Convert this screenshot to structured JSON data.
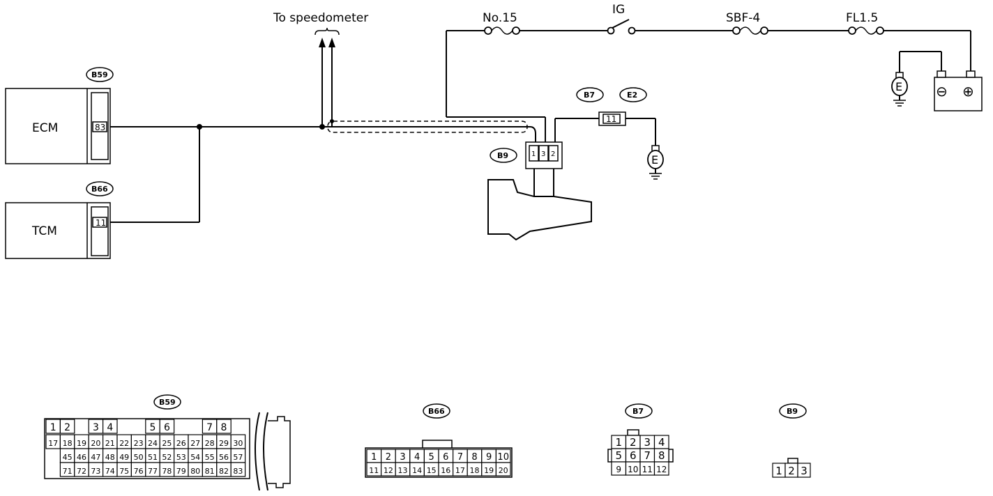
{
  "modules": {
    "ecm": "ECM",
    "tcm": "TCM"
  },
  "connector_tags": {
    "b59": "B59",
    "b66": "B66",
    "b7": "B7",
    "e2": "E2",
    "b9": "B9"
  },
  "pins": {
    "ecm_pin": "83",
    "tcm_pin": "11",
    "e2_pin": "11",
    "b9_pins": [
      "1",
      "3",
      "2"
    ]
  },
  "labels": {
    "speedometer": "To speedometer",
    "fuse_no15": "No.15",
    "ignition": "IG",
    "sbf4": "SBF-4",
    "fl15": "FL1.5",
    "ground": "E"
  },
  "battery": {
    "negative": "⊖",
    "positive": "⊕"
  },
  "connector_views": {
    "b59": {
      "tag": "B59",
      "row1": [
        "1",
        "2",
        "3",
        "4",
        "5",
        "6",
        "7",
        "8"
      ],
      "row2": [
        "17",
        "18",
        "19",
        "20",
        "21",
        "22",
        "23",
        "24",
        "25",
        "26",
        "27",
        "28",
        "29",
        "30"
      ],
      "row3": [
        "45",
        "46",
        "47",
        "48",
        "49",
        "50",
        "51",
        "52",
        "53",
        "54",
        "55",
        "56",
        "57"
      ],
      "row4": [
        "71",
        "72",
        "73",
        "74",
        "75",
        "76",
        "77",
        "78",
        "79",
        "80",
        "81",
        "82",
        "83"
      ]
    },
    "b66": {
      "tag": "B66",
      "row1": [
        "1",
        "2",
        "3",
        "4",
        "5",
        "6",
        "7",
        "8",
        "9",
        "10"
      ],
      "row2": [
        "11",
        "12",
        "13",
        "14",
        "15",
        "16",
        "17",
        "18",
        "19",
        "20"
      ]
    },
    "b7": {
      "tag": "B7",
      "row1": [
        "1",
        "2",
        "3",
        "4"
      ],
      "row2": [
        "5",
        "6",
        "7",
        "8"
      ],
      "row3": [
        "9",
        "10",
        "11",
        "12"
      ]
    },
    "b9": {
      "tag": "B9",
      "row1": [
        "1",
        "2",
        "3"
      ]
    }
  }
}
